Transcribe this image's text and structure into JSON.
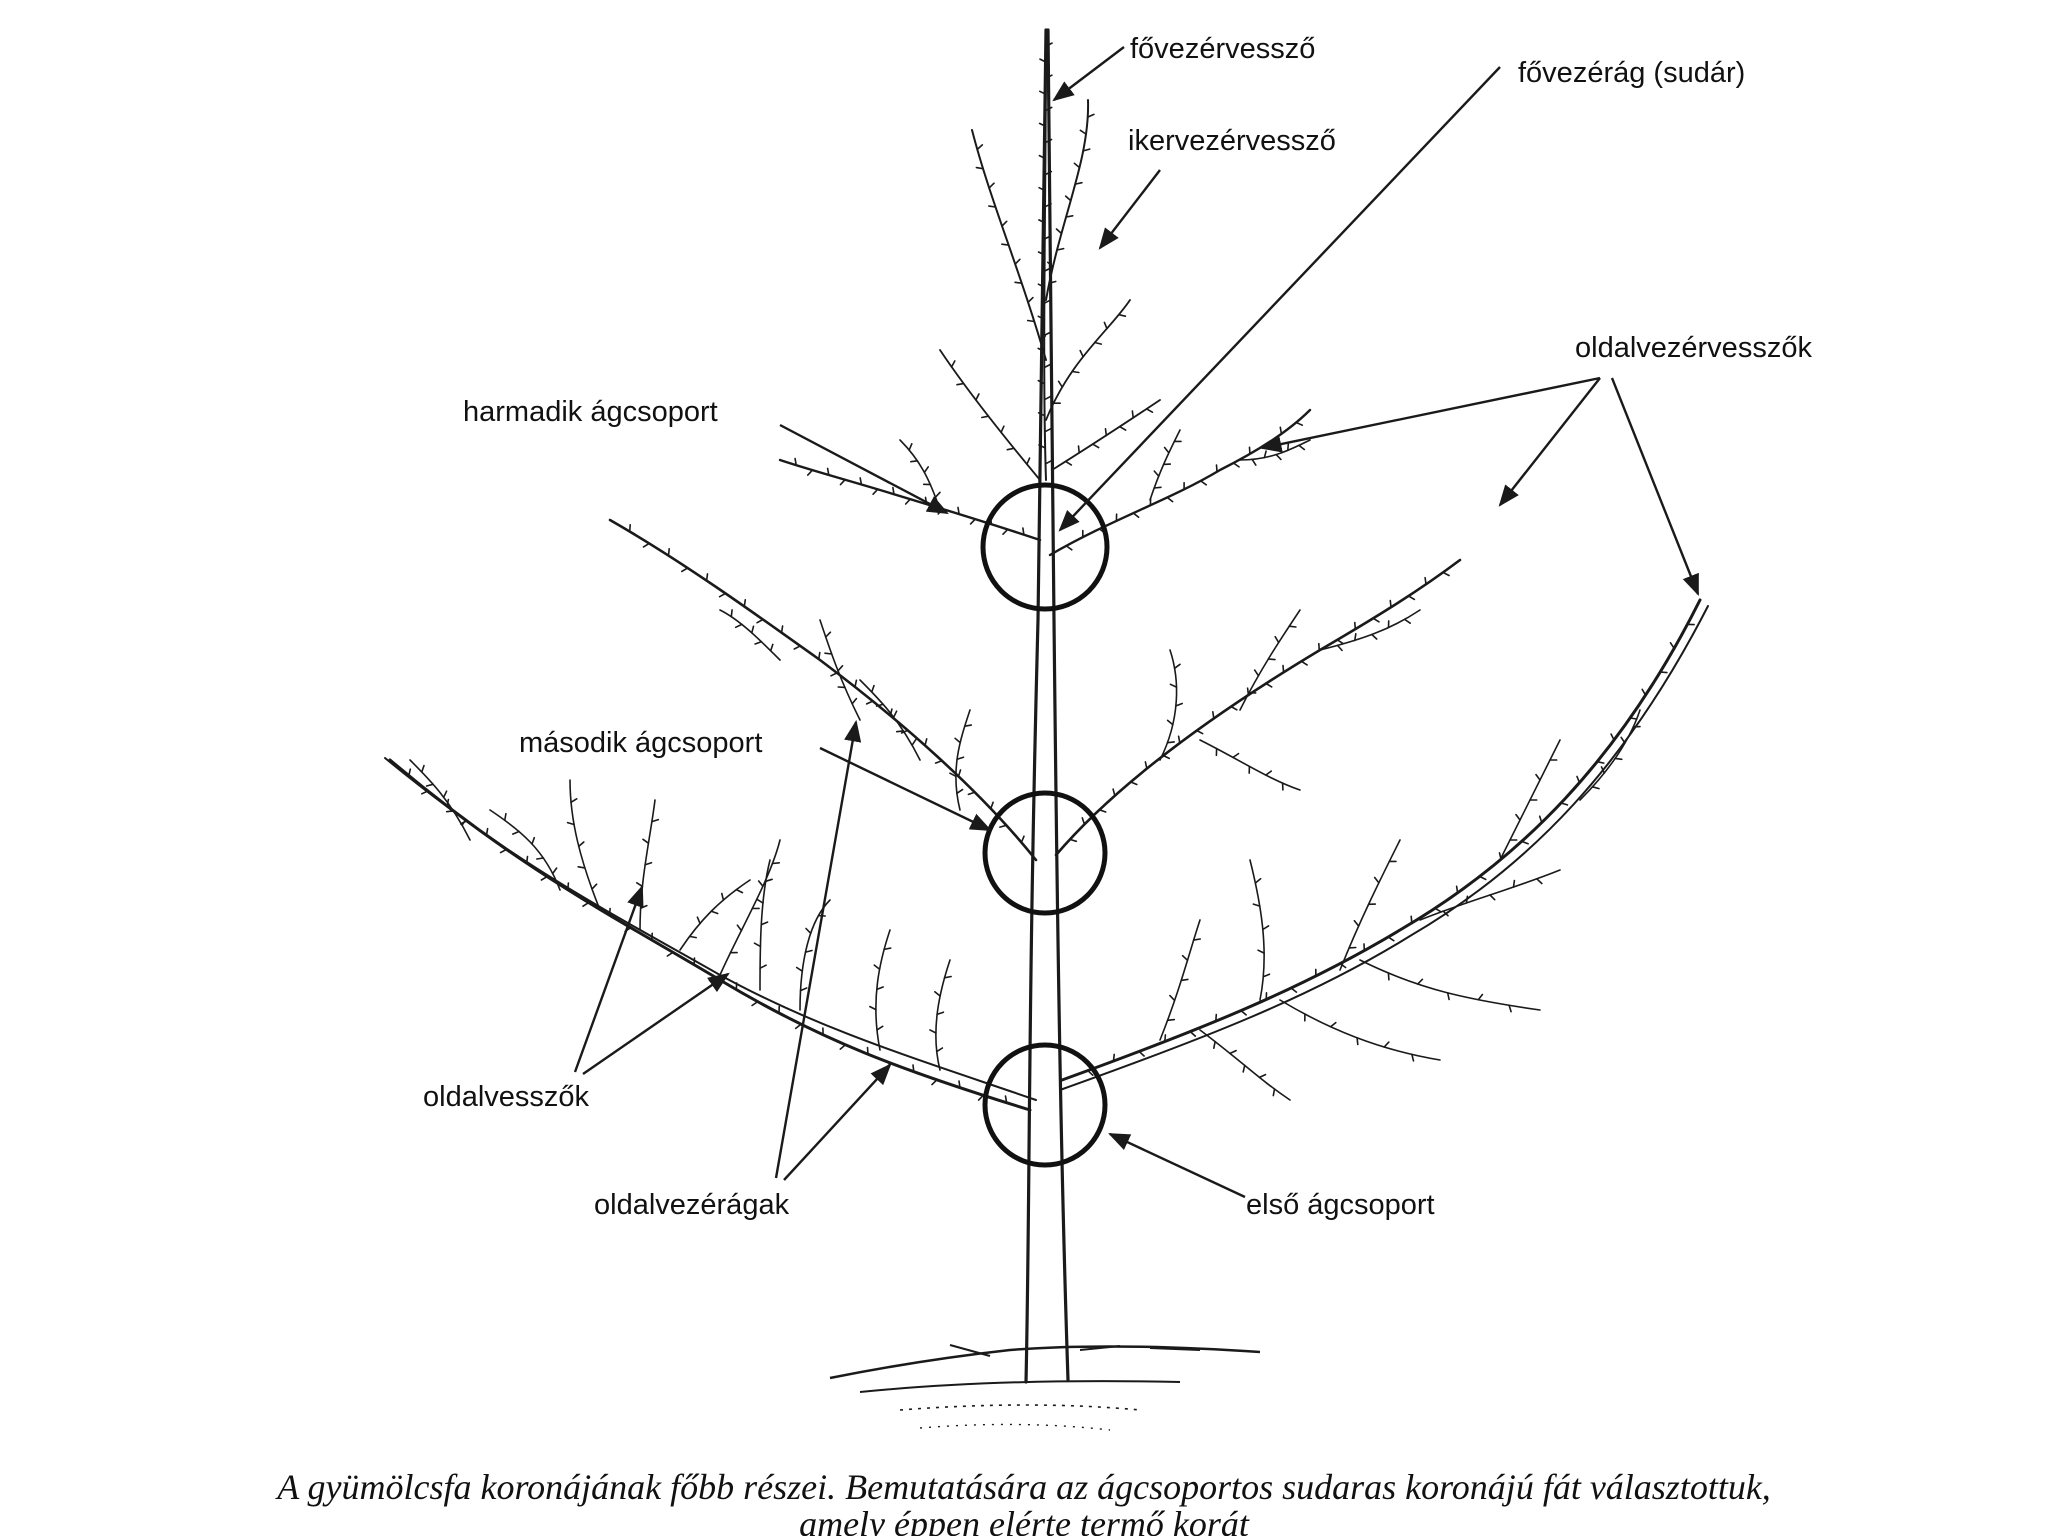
{
  "labels": {
    "fovezervesszo": "fővezérvessző",
    "fovezerag": "fővezérág (sudár)",
    "ikervezervesszo": "ikervezérvessző",
    "oldalvezervesszok": "oldalvezérvesszők",
    "harmadik_agcsoport": "harmadik ágcsoport",
    "masodik_agcsoport": "második ágcsoport",
    "oldalvesszok": "oldalvesszők",
    "oldalvezeragak": "oldalvezérágak",
    "elso_agcsoport": "első ágcsoport"
  },
  "caption": {
    "line1": "A gyümölcsfa koronájának főbb részei. Bemutatására az ágcsoportos sudaras koronájú fát választottuk,",
    "line2": "amely éppen elérte termő korát"
  }
}
